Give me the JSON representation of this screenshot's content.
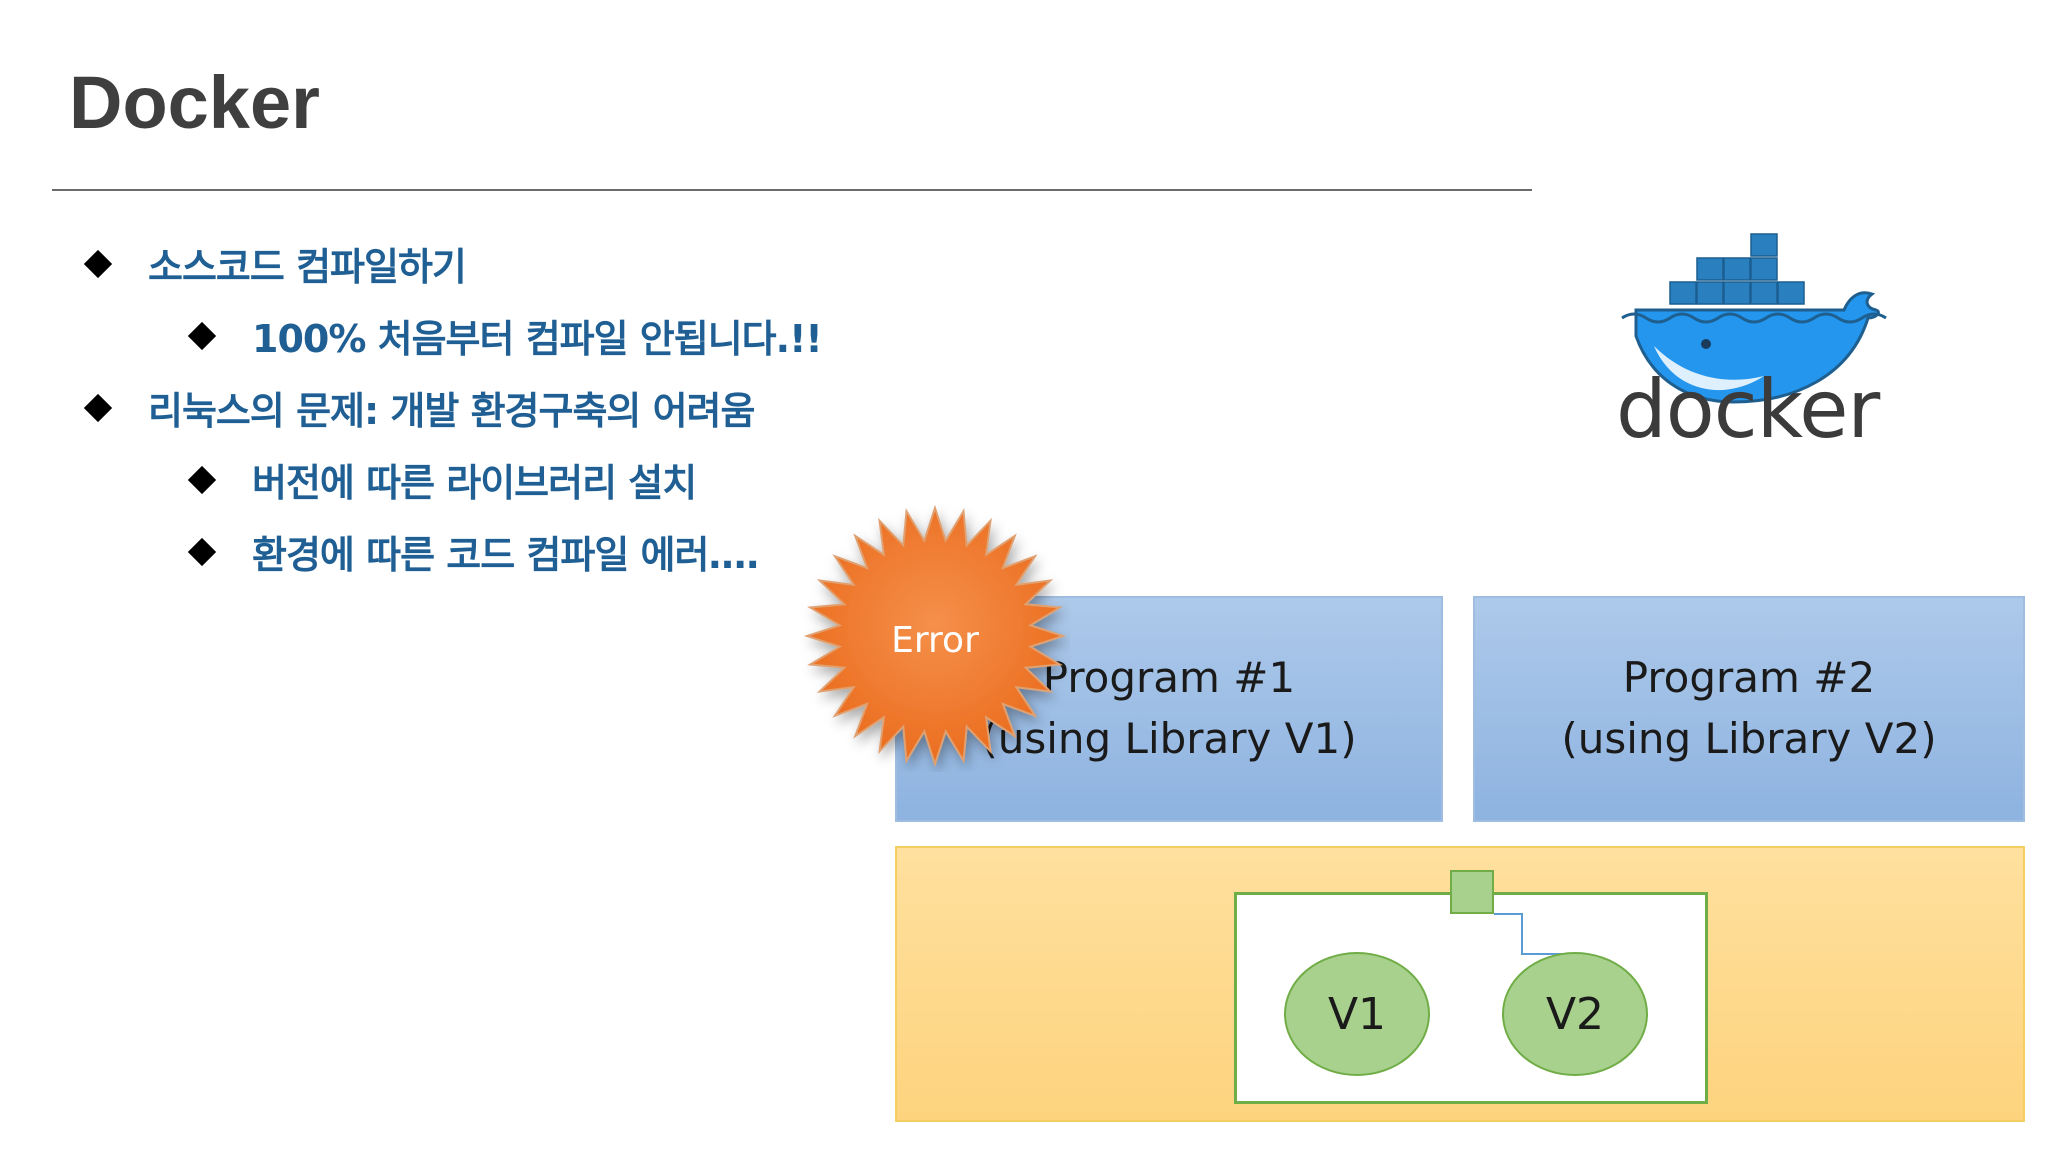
{
  "slide": {
    "title": "Docker",
    "bullets": [
      {
        "level": 1,
        "text": "소스코드 컴파일하기"
      },
      {
        "level": 2,
        "text": "100% 처음부터 컴파일 안됩니다.!!"
      },
      {
        "level": 1,
        "text": "리눅스의 문제: 개발 환경구축의 어려움"
      },
      {
        "level": 2,
        "text": "버전에 따른 라이브러리 설치"
      },
      {
        "level": 2,
        "text": "환경에 따른 코드 컴파일 에러…."
      }
    ]
  },
  "logo": {
    "text": "docker",
    "icon": "docker-whale-icon",
    "color": "#2496ed"
  },
  "diagram": {
    "error_label": "Error",
    "program1": {
      "line1": "Program #1",
      "line2": "(using Library V1)"
    },
    "program2": {
      "line1": "Program #2",
      "line2": "(using Library V2)"
    },
    "v1": "V1",
    "v2": "V2"
  },
  "colors": {
    "title": "#3f3f3f",
    "bullet_text": "#1f5f94",
    "program_box": "#9dbde6",
    "host_box": "#fed88a",
    "container_border": "#6fad47",
    "version_fill": "#a9d18e",
    "error_burst": "#f07a2a"
  }
}
